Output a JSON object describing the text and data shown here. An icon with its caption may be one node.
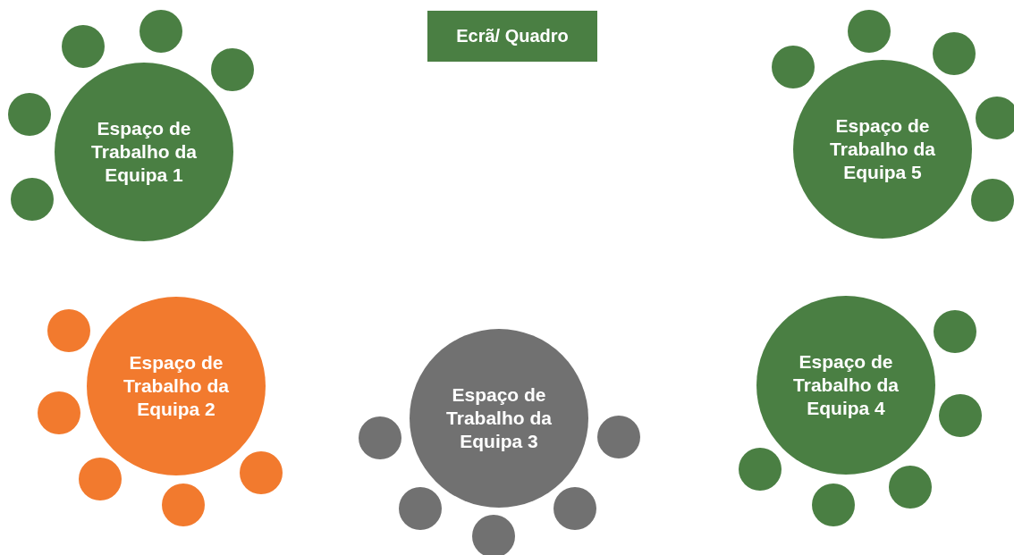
{
  "diagram": {
    "nodes": [
      {
        "text": [
          "Ecrã/ Quadro"
        ]
      },
      {
        "text": [
          "Espaço de Trabalho da Equipa 1"
        ]
      },
      {
        "text": [],
        "shape": "circle"
      },
      {
        "text": [],
        "shape": "circle"
      },
      {
        "text": [],
        "shape": "circle"
      },
      {
        "text": [],
        "shape": "circle"
      },
      {
        "text": [],
        "shape": "circle"
      },
      {
        "text": [
          "Espaço de Trabalho da Equipa 5"
        ]
      },
      {
        "text": [],
        "shape": "circle"
      },
      {
        "text": [],
        "shape": "circle"
      },
      {
        "text": [],
        "shape": "circle"
      },
      {
        "text": [],
        "shape": "circle"
      },
      {
        "text": [],
        "shape": "circle"
      },
      {
        "text": [
          "Espaço de Trabalho da Equipa 2"
        ]
      },
      {
        "text": [],
        "shape": "circle"
      },
      {
        "text": [],
        "shape": "circle"
      },
      {
        "text": [],
        "shape": "circle"
      },
      {
        "text": [],
        "shape": "circle"
      },
      {
        "text": [],
        "shape": "circle"
      },
      {
        "text": [
          "Espaço de Trabalho da Equipa 3"
        ]
      },
      {
        "text": [],
        "shape": "circle"
      },
      {
        "text": [],
        "shape": "circle"
      },
      {
        "text": [],
        "shape": "circle"
      },
      {
        "text": [],
        "shape": "circle"
      },
      {
        "text": [],
        "shape": "circle"
      },
      {
        "text": [
          "Espaço de Trabalho da Equipa 4"
        ]
      },
      {
        "text": [],
        "shape": "circle"
      },
      {
        "text": [],
        "shape": "circle"
      },
      {
        "text": [],
        "shape": "circle"
      },
      {
        "text": [],
        "shape": "circle"
      },
      {
        "text": [],
        "shape": "circle"
      }
    ]
  }
}
